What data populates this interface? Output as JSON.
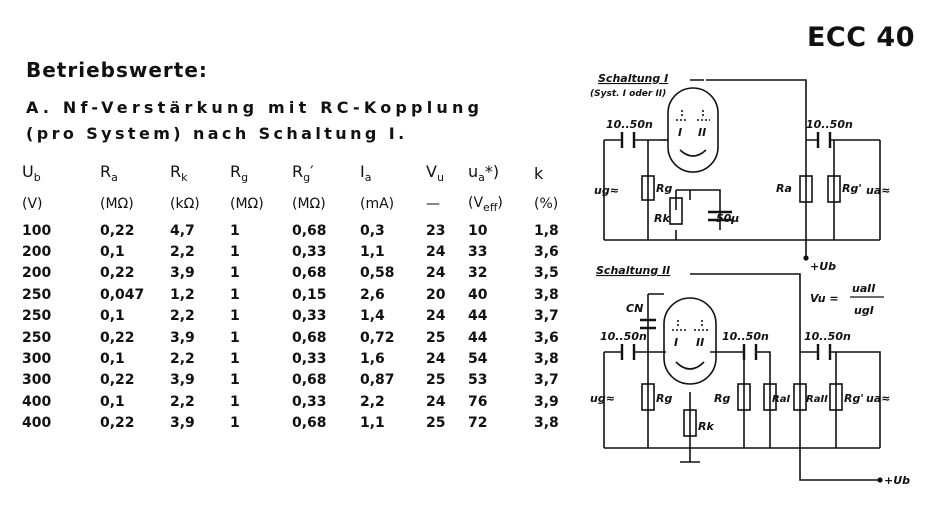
{
  "title": "ECC 40",
  "section": "Betriebswerte:",
  "subtitle_line1": "A. Nf-Verstärkung mit RC-Kopplung",
  "subtitle_line2": "(pro System) nach Schaltung I.",
  "headers": [
    "U_b",
    "R_a",
    "R_k",
    "R_g",
    "R_g'",
    "I_a",
    "V_u",
    "u_a*)",
    "k"
  ],
  "units": [
    "(V)",
    "(MΩ)",
    "(kΩ)",
    "(MΩ)",
    "(MΩ)",
    "(mA)",
    "—",
    "(V_eff)",
    "(%)"
  ],
  "rows": [
    [
      "100",
      "0,22",
      "4,7",
      "1",
      "0,68",
      "0,3",
      "23",
      "10",
      "1,8"
    ],
    [
      "200",
      "0,1",
      "2,2",
      "1",
      "0,33",
      "1,1",
      "24",
      "33",
      "3,6"
    ],
    [
      "200",
      "0,22",
      "3,9",
      "1",
      "0,68",
      "0,58",
      "24",
      "32",
      "3,5"
    ],
    [
      "250",
      "0,047",
      "1,2",
      "1",
      "0,15",
      "2,6",
      "20",
      "40",
      "3,8"
    ],
    [
      "250",
      "0,1",
      "2,2",
      "1",
      "0,33",
      "1,4",
      "24",
      "44",
      "3,7"
    ],
    [
      "250",
      "0,22",
      "3,9",
      "1",
      "0,68",
      "0,72",
      "25",
      "44",
      "3,6"
    ],
    [
      "300",
      "0,1",
      "2,2",
      "1",
      "0,33",
      "1,6",
      "24",
      "54",
      "3,8"
    ],
    [
      "300",
      "0,22",
      "3,9",
      "1",
      "0,68",
      "0,87",
      "25",
      "53",
      "3,7"
    ],
    [
      "400",
      "0,1",
      "2,2",
      "1",
      "0,33",
      "2,2",
      "24",
      "76",
      "3,9"
    ],
    [
      "400",
      "0,22",
      "3,9",
      "1",
      "0,68",
      "1,1",
      "25",
      "72",
      "3,8"
    ]
  ],
  "circuit1": {
    "label": "Schaltung I",
    "sublabel": "(Syst. I oder II)",
    "cap_in": "10..50n",
    "cap_out": "10..50n",
    "rg": "Rg",
    "rk": "Rk",
    "ck": "50µ",
    "ra": "Ra",
    "rg2": "Rg'",
    "ug": "ug≈",
    "ua": "ua≈",
    "ub": "+Ub",
    "sys1": "I",
    "sys2": "II"
  },
  "circuit2": {
    "label": "Schaltung II",
    "cn": "CN",
    "cap_in": "10..50n",
    "cap_mid": "10..50n",
    "cap_out": "10..50n",
    "rg": "Rg",
    "rk": "Rk",
    "rg_b": "Rg",
    "ra1": "RaI",
    "ra2": "RaII",
    "rg2": "Rg'",
    "ug": "ug≈",
    "ua": "ua≈",
    "ub": "+Ub",
    "sys1": "I",
    "sys2": "II",
    "formula_lhs": "Vu =",
    "formula_num": "uaII",
    "formula_den": "ugI"
  }
}
